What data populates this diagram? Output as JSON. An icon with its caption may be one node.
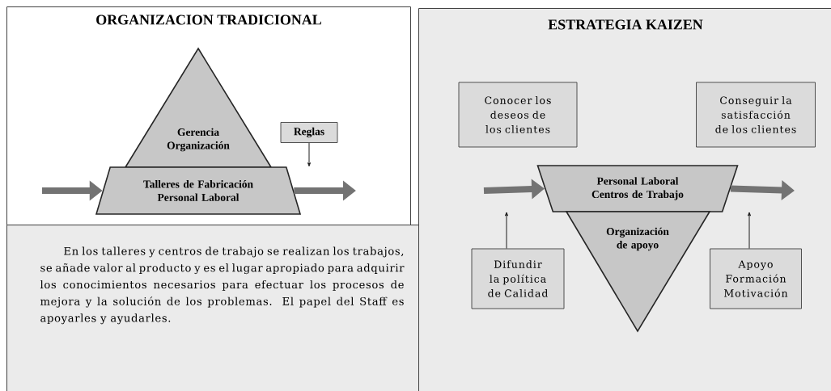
{
  "diagram": {
    "nodes": [
      {
        "text": [
          "ORGANIZACION TRADICIONAL"
        ]
      },
      {
        "text": [
          "Gerencia Organización"
        ],
        "in": 0
      },
      {
        "text": [
          "Talleres de Fabricación Personal Laboral"
        ],
        "in": 0
      },
      {
        "text": [
          "Reglas"
        ],
        "in": 0
      },
      {
        "text": [
          "En los talleres y centros de trabajo se realizan los trabajos, se añade valor al producto y es el lugar apropiado para adquirir los conocimientos necesarios para efectuar los procesos de mejora y la solución de los problemas. El papel del Staff es apoyarles y ayudarles."
        ]
      },
      {
        "text": [
          "ESTRATEGIA KAIZEN"
        ]
      },
      {
        "text": [
          "Conocer los deseos de los clientes"
        ],
        "in": 5
      },
      {
        "text": [
          "Conseguir la satisfacción de los clientes"
        ],
        "in": 5
      },
      {
        "text": [
          "Personal Laboral Centros de Trabajo"
        ],
        "in": 5
      },
      {
        "text": [
          "Organización de apoyo"
        ],
        "in": 5
      },
      {
        "text": [
          "Difundir la política de Calidad"
        ],
        "in": 5
      },
      {
        "text": [
          "Apoyo Formación Motivación"
        ],
        "in": 5
      }
    ],
    "edges": [
      {
        "from": null,
        "to": 2,
        "arrow": "to"
      },
      {
        "from": 2,
        "to": null,
        "arrow": "to"
      },
      {
        "from": 3,
        "to": null,
        "arrow": "to",
        "color": "#1a1a1a"
      },
      {
        "from": null,
        "to": 8,
        "arrow": "to"
      },
      {
        "from": 8,
        "to": null,
        "arrow": "to"
      },
      {
        "from": 10,
        "to": null,
        "arrow": "to",
        "color": "#1a1a1a"
      },
      {
        "from": 11,
        "to": null,
        "arrow": "to",
        "color": "#1a1a1a"
      }
    ]
  }
}
